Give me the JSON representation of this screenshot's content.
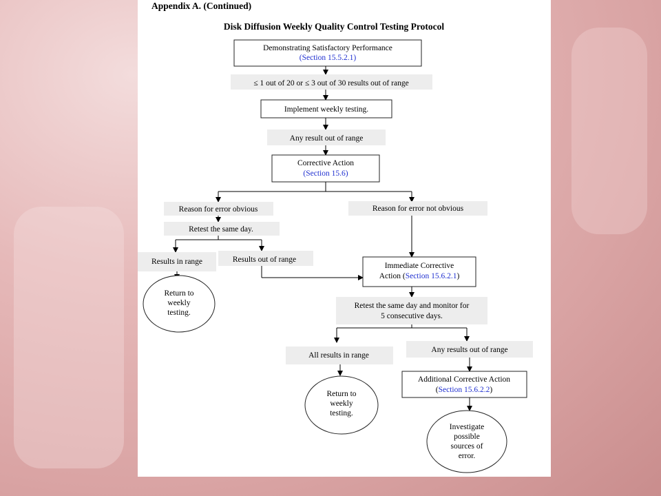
{
  "appendix_title": "Appendix A. (Continued)",
  "diagram_title": "Disk Diffusion Weekly Quality Control Testing Protocol",
  "nodes": {
    "demonstrating": {
      "line1": "Demonstrating Satisfactory Performance",
      "line2": "(Section 15.5.2.1)"
    },
    "criteria": "≤ 1 out of 20 or ≤ 3 out of 30 results out of range",
    "implement": "Implement weekly testing.",
    "any_result": "Any result out of range",
    "corrective": {
      "line1": "Corrective Action",
      "line2": "(Section 15.6)"
    },
    "obvious": "Reason for error obvious",
    "not_obvious": "Reason for error not obvious",
    "retest_same": "Retest the same day.",
    "in_range": "Results in range",
    "out_range": "Results out of range",
    "return1": {
      "line1": "Return to",
      "line2": "weekly",
      "line3": "testing."
    },
    "immediate": {
      "line1": "Immediate Corrective",
      "line2a": "Action (",
      "line2b": "Section 15.6.2.1",
      "line2c": ")"
    },
    "retest_monitor": {
      "line1": "Retest the same day and monitor for",
      "line2": "5 consecutive days."
    },
    "all_in_range": "All results in range",
    "any_out": "Any results out of range",
    "additional": {
      "line1": "Additional Corrective Action",
      "line2a": "(",
      "line2b": "Section 15.6.2.2",
      "line2c": ")"
    },
    "return2": {
      "line1": "Return to",
      "line2": "weekly",
      "line3": "testing."
    },
    "investigate": {
      "line1": "Investigate",
      "line2": "possible",
      "line3": "sources of",
      "line4": "error."
    }
  },
  "colors": {
    "link": "#1f2fd0",
    "page": "#ffffff",
    "background": "#d9a3a3"
  }
}
